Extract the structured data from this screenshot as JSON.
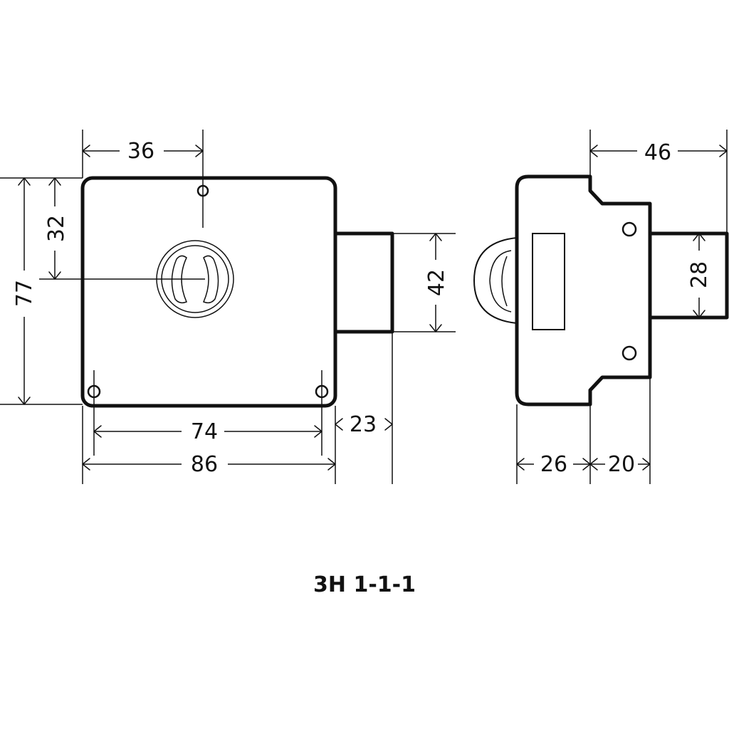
{
  "title": "3H 1-1-1",
  "dimensions": {
    "front_width": "86",
    "hole_spacing": "74",
    "keyhole_offset_x": "36",
    "height": "77",
    "keyhole_offset_y": "32",
    "bolt_length": "23",
    "bolt_height": "42",
    "side_depth": "46",
    "side_body": "26",
    "side_step": "20",
    "side_bolt": "28"
  }
}
